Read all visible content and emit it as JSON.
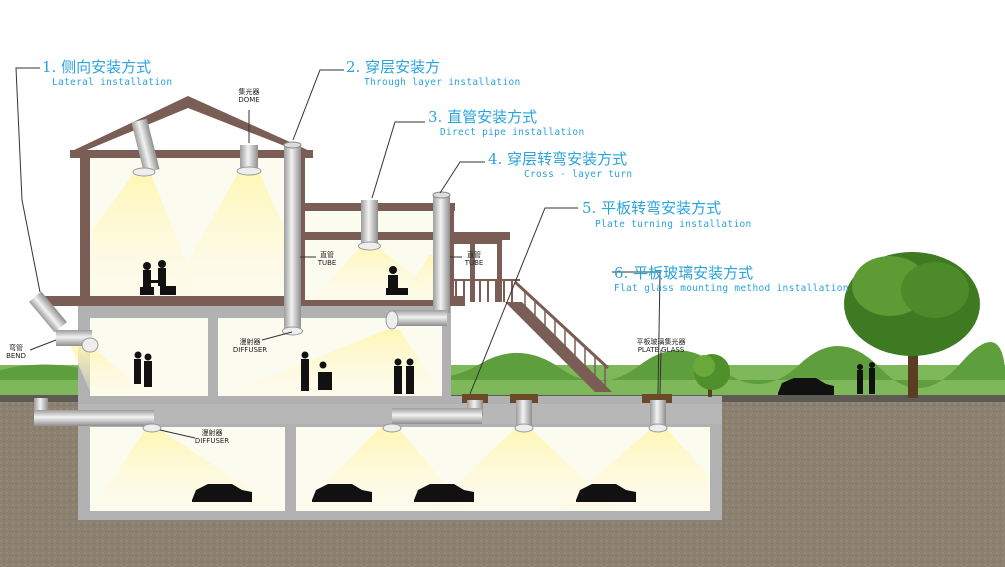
{
  "methods": [
    {
      "cn": "1. 侧向安装方式",
      "en": "Lateral installation"
    },
    {
      "cn": "2. 穿层安装方",
      "en": "Through layer installation"
    },
    {
      "cn": "3. 直管安装方式",
      "en": "Direct pipe installation"
    },
    {
      "cn": "4. 穿层转弯安装方式",
      "en": "Cross - layer turn"
    },
    {
      "cn": "5. 平板转弯安装方式",
      "en": "Plate turning installation"
    },
    {
      "cn": "6. 平板玻璃安装方式",
      "en": "Flat glass mounting method installation"
    }
  ],
  "components": {
    "dome": {
      "cn": "集光器",
      "en": "DOME"
    },
    "tube1": {
      "cn": "直管",
      "en": "TUBE"
    },
    "tube2": {
      "cn": "直管",
      "en": "TUBE"
    },
    "bend": {
      "cn": "弯管",
      "en": "BEND"
    },
    "diffuser1": {
      "cn": "漫射器",
      "en": "DIFFUSER"
    },
    "diffuser2": {
      "cn": "漫射器",
      "en": "DIFFUSER"
    },
    "plate_glass": {
      "cn": "平板玻璃集光器",
      "en": "PLATE GLASS"
    }
  },
  "colors": {
    "label_blue": "#2aa3dc",
    "wall": "#7a5d55",
    "concrete": "#a8a8a8",
    "soil": "#8a7d6d",
    "grass": "#6fb04a",
    "light": "#fff3a8",
    "tube": "#d7d7d7"
  }
}
